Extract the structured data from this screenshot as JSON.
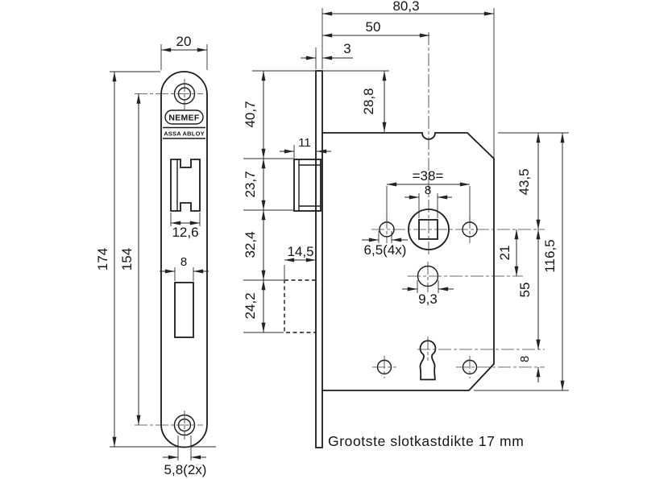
{
  "drawing_note": "Grootste slotkastdikte 17 mm",
  "brand": {
    "logo": "NEMEF",
    "subbrand": "ASSA ABLOY"
  },
  "faceplate_view": {
    "width": "20",
    "height": "174",
    "screw_distance": "154",
    "latch_cutout_width": "12,6",
    "bolt_cutout_width": "8",
    "screw_hole_dia": "5,8(2x)"
  },
  "case_view": {
    "total_depth": "80,3",
    "backset": "50",
    "faceplate_thickness": "3",
    "top_to_case": "28,8",
    "top_segment": "40,7",
    "latch_height": "23,7",
    "mid_segment": "32,4",
    "bolt_height": "24,2",
    "latch_protrusion": "11",
    "bolt_width": "14,5",
    "hole_pitch": "=38=",
    "spindle_size": "8",
    "mount_hole_dia": "6,5(4x)",
    "cylinder_hole_dia": "9,3",
    "spindle_to_cylinder": "21",
    "top_to_spindle": "43,5",
    "case_height": "116,5",
    "spindle_to_keyhole": "55",
    "keyhole_to_screws": "8"
  }
}
